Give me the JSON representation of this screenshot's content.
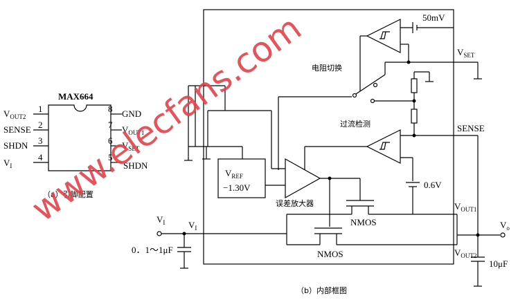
{
  "chip": {
    "name": "MAX664",
    "left_pins": [
      {
        "num": "1",
        "label": "V",
        "sub": "OUT2"
      },
      {
        "num": "2",
        "label": "SENSE",
        "sub": ""
      },
      {
        "num": "3",
        "label": "SHDN",
        "sub": ""
      },
      {
        "num": "4",
        "label": "V",
        "sub": "I"
      }
    ],
    "right_pins": [
      {
        "num": "8",
        "label": "GND",
        "sub": ""
      },
      {
        "num": "7",
        "label": "V",
        "sub": "OUT1"
      },
      {
        "num": "6",
        "label": "V",
        "sub": "SET"
      },
      {
        "num": "5",
        "label": "SHDN",
        "sub": ""
      }
    ],
    "caption": "（a）引脚配置"
  },
  "block": {
    "ref_50mv": "50mV",
    "vset_v": "V",
    "vset_sub": "SET",
    "res_switch": "电阻切换",
    "overcurrent": "过流检测",
    "sense": "SENSE",
    "vref_v": "V",
    "vref_sub": "REF",
    "vref_val": "−1.30V",
    "ref_06v": "0.6V",
    "error_amp": "误差放大器",
    "vout1_v": "V",
    "vout1_sub": "OUT1",
    "nmos_top": "NMOS",
    "nmos_bottom": "NMOS",
    "vi_left_v": "V",
    "vi_left_sub": "I",
    "vi_right_v": "V",
    "vi_right_sub": "I",
    "cap_in": "0．1～1μF",
    "vout2_v": "V",
    "vout2_sub": "OUT2",
    "vo_v": "V",
    "vo_sub": "o",
    "cap_out": "10μF",
    "caption": "（b）内部框图"
  },
  "watermark": "www.elecfans.com"
}
